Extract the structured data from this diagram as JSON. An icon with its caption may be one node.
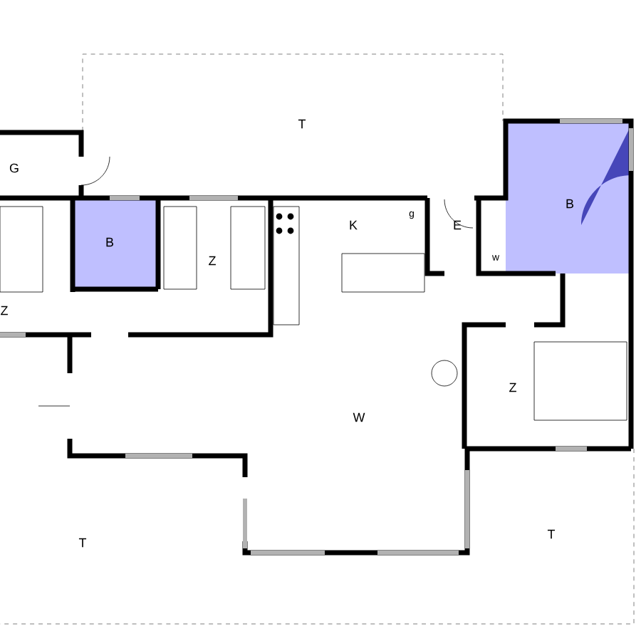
{
  "diagram": {
    "labels": [
      "T",
      "G",
      "B",
      "K",
      "g",
      "E",
      "B",
      "Z",
      "w",
      "Z",
      "W",
      "Z",
      "T",
      "T"
    ]
  }
}
